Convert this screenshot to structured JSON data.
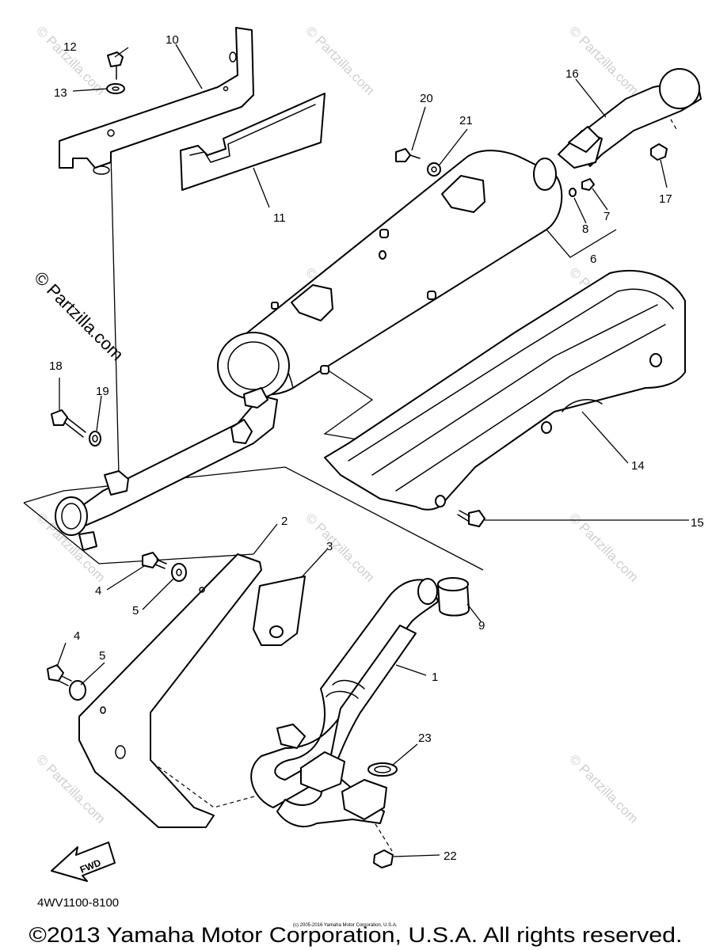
{
  "diagram": {
    "watermark": "© Partzilla.com",
    "diagram_code": "4WV1100-8100",
    "fwd_label": "FWD",
    "copyright_small": "(c) 2005-2016 Yamaha Motor Corporation, U.S.A.",
    "copyright": "©2013 Yamaha Motor Corporation, U.S.A. All rights reserved."
  },
  "callouts": [
    "1",
    "2",
    "3",
    "4",
    "5",
    "4",
    "5",
    "6",
    "7",
    "8",
    "9",
    "10",
    "11",
    "12",
    "13",
    "14",
    "15",
    "16",
    "17",
    "18",
    "19",
    "20",
    "21",
    "22",
    "23"
  ]
}
